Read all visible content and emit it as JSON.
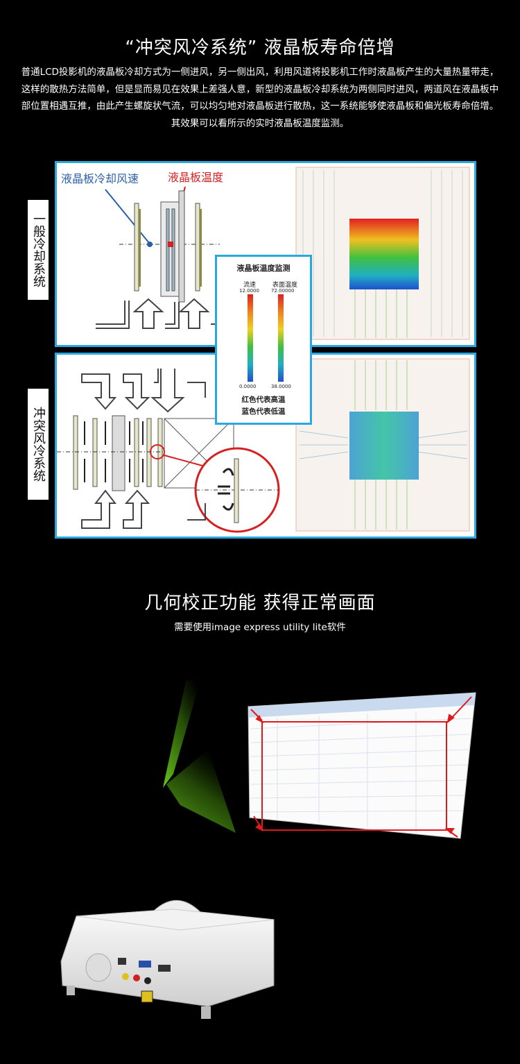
{
  "section1": {
    "title": "“冲突风冷系统” 液晶板寿命倍增",
    "paragraph": "普通LCD投影机的液晶板冷却方式为一侧进风，另一侧出风，利用风道将投影机工作时液晶板产生的大量热量带走，这样的散热方法简单，但是显而易见在效果上差强人意，新型的液晶板冷却系统为两侧同时进风，两道风在液晶板中部位置相遇互推，由此产生螺旋状气流，可以均匀地对液晶板进行散热，这一系统能够使液晶板和偏光板寿命倍增。其效果可以看所示的实时液晶板温度监测。"
  },
  "diagram": {
    "label_general": "一般冷却系统",
    "label_conflict": "冲突风冷系统",
    "callout_speed": "液晶板冷却风速",
    "callout_temp": "液晶板温度",
    "legend": {
      "title": "液晶板温度监测",
      "col_flow": "流速",
      "col_surface": "表面温度",
      "flow_max": "12.0000",
      "surface_max": "72.00000",
      "flow_min": "0.0000",
      "surface_min": "38.0000",
      "red_note": "红色代表高温",
      "blue_note": "蓝色代表低温"
    }
  },
  "section2": {
    "title": "几何校正功能 获得正常画面",
    "subtitle": "需要使用image express utility lite软件"
  },
  "colors": {
    "accent_border": "#2aa9e0",
    "callout_blue": "#2a5fa8",
    "callout_red": "#d62020",
    "correction_frame": "#e01a1a",
    "beam_green": "#6fd21e"
  }
}
